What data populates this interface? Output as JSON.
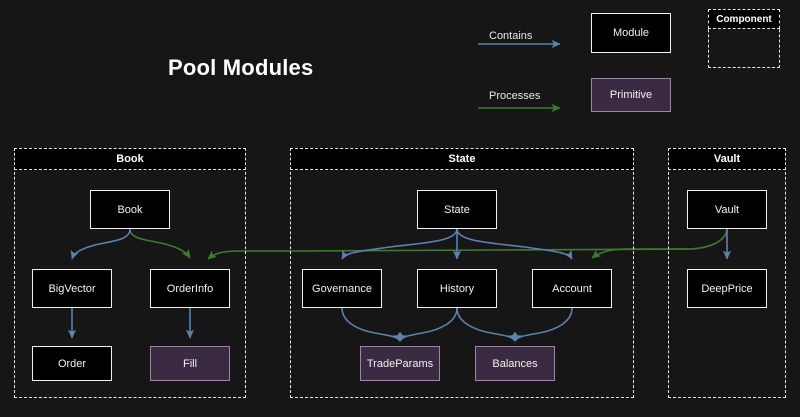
{
  "title": "Pool Modules",
  "colors": {
    "background": "#161616",
    "module_fill": "#000000",
    "module_border": "#f0f0f0",
    "primitive_fill": "#3a2b42",
    "primitive_border": "#a184ad",
    "contains_arrow": "#5b82b0",
    "processes_arrow": "#3f7a2e",
    "group_border": "#e6e6e6",
    "text": "#f2f2f2"
  },
  "legend": {
    "contains_label": "Contains",
    "processes_label": "Processes",
    "module_label": "Module",
    "primitive_label": "Primitive",
    "component_label": "Component"
  },
  "groups": [
    {
      "id": "book",
      "title": "Book",
      "nodes": [
        {
          "id": "book-module",
          "label": "Book",
          "type": "module"
        },
        {
          "id": "bigvector",
          "label": "BigVector",
          "type": "module"
        },
        {
          "id": "orderinfo",
          "label": "OrderInfo",
          "type": "module"
        },
        {
          "id": "order",
          "label": "Order",
          "type": "module"
        },
        {
          "id": "fill",
          "label": "Fill",
          "type": "primitive"
        }
      ]
    },
    {
      "id": "state",
      "title": "State",
      "nodes": [
        {
          "id": "state-module",
          "label": "State",
          "type": "module"
        },
        {
          "id": "governance",
          "label": "Governance",
          "type": "module"
        },
        {
          "id": "history",
          "label": "History",
          "type": "module"
        },
        {
          "id": "account",
          "label": "Account",
          "type": "module"
        },
        {
          "id": "tradeparams",
          "label": "TradeParams",
          "type": "primitive"
        },
        {
          "id": "balances",
          "label": "Balances",
          "type": "primitive"
        }
      ]
    },
    {
      "id": "vault",
      "title": "Vault",
      "nodes": [
        {
          "id": "vault-module",
          "label": "Vault",
          "type": "module"
        },
        {
          "id": "deepprice",
          "label": "DeepPrice",
          "type": "module"
        }
      ]
    }
  ],
  "edges": [
    {
      "from": "book-module",
      "to": "bigvector",
      "kind": "contains"
    },
    {
      "from": "bigvector",
      "to": "order",
      "kind": "contains"
    },
    {
      "from": "orderinfo",
      "to": "fill",
      "kind": "contains"
    },
    {
      "from": "state-module",
      "to": "governance",
      "kind": "contains"
    },
    {
      "from": "state-module",
      "to": "history",
      "kind": "contains"
    },
    {
      "from": "state-module",
      "to": "account",
      "kind": "contains"
    },
    {
      "from": "governance",
      "to": "tradeparams",
      "kind": "contains"
    },
    {
      "from": "history",
      "to": "tradeparams",
      "kind": "contains"
    },
    {
      "from": "history",
      "to": "balances",
      "kind": "contains"
    },
    {
      "from": "account",
      "to": "balances",
      "kind": "contains"
    },
    {
      "from": "vault-module",
      "to": "deepprice",
      "kind": "contains"
    },
    {
      "from": "book-module",
      "to": "orderinfo",
      "kind": "processes"
    },
    {
      "from": "vault-module",
      "to": "account",
      "kind": "processes"
    },
    {
      "from": "vault-module",
      "to": "orderinfo",
      "kind": "processes"
    }
  ]
}
